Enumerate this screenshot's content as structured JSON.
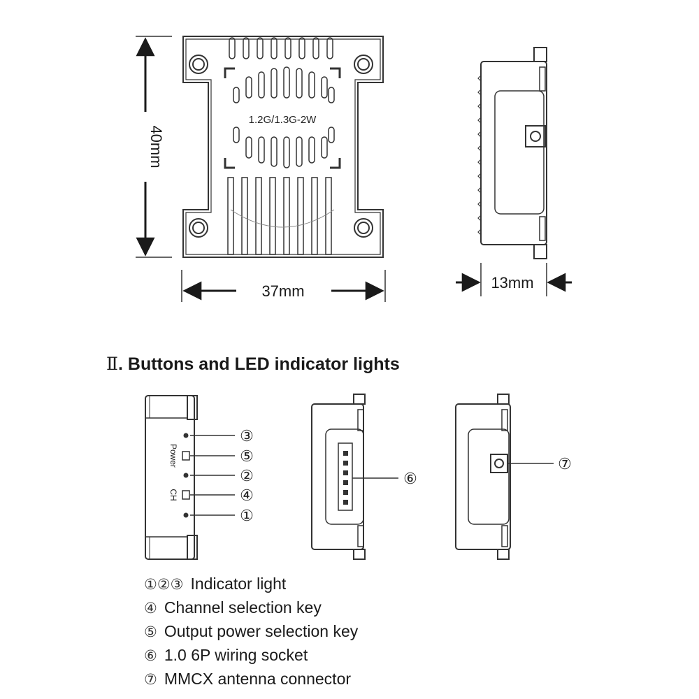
{
  "dimensions": {
    "height": "40mm",
    "width": "37mm",
    "thickness": "13mm"
  },
  "model_label": "1.2G/1.3G-2W",
  "section": {
    "numeral": "Ⅱ",
    "title": ". Buttons and LED indicator lights"
  },
  "side_labels": {
    "power": "Power",
    "ch": "CH"
  },
  "callouts": {
    "c1": "①",
    "c2": "②",
    "c3": "③",
    "c4": "④",
    "c5": "⑤",
    "c6": "⑥",
    "c7": "⑦"
  },
  "legend": [
    {
      "markers": "①②③",
      "text": "Indicator light"
    },
    {
      "markers": "④",
      "text": "Channel selection key"
    },
    {
      "markers": "⑤",
      "text": "Output power selection key"
    },
    {
      "markers": "⑥",
      "text": "1.0 6P wiring socket"
    },
    {
      "markers": "⑦",
      "text": "MMCX antenna connector"
    }
  ]
}
